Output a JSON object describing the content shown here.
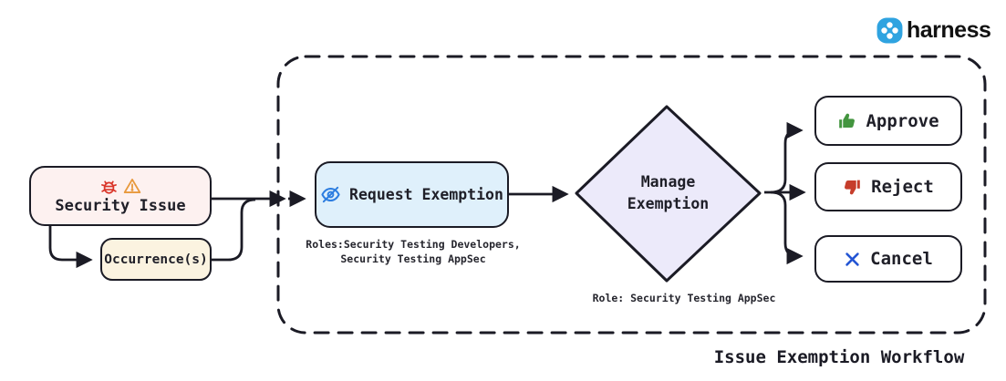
{
  "logo": {
    "brand": "harness",
    "icon": "harness-knot-icon",
    "icon_color": "#2fa3e0"
  },
  "workflow": {
    "title": "Issue Exemption Workflow",
    "nodes": {
      "security_issue": {
        "label": "Security Issue",
        "icons": [
          "bug-icon",
          "warning-icon"
        ],
        "bg": "#fdf1f0"
      },
      "occurrences": {
        "label": "Occurrence(s)",
        "bg": "#fbf3e0"
      },
      "request_exemption": {
        "label": "Request Exemption",
        "icon": "eye-slash-icon",
        "bg": "#dff0fb",
        "roles_note_line1": "Roles:Security Testing Developers,",
        "roles_note_line2": "Security Testing AppSec"
      },
      "manage_exemption": {
        "label_line1": "Manage",
        "label_line2": "Exemption",
        "bg": "#eceafa",
        "role_note": "Role: Security Testing AppSec"
      },
      "approve": {
        "label": "Approve",
        "icon": "thumbs-up-icon",
        "icon_color": "#43953f"
      },
      "reject": {
        "label": "Reject",
        "icon": "thumbs-down-icon",
        "icon_color": "#c63d2b"
      },
      "cancel": {
        "label": "Cancel",
        "icon": "x-icon",
        "icon_color": "#2455d4"
      }
    },
    "colors": {
      "stroke": "#1b1b25",
      "bug_red": "#da362a",
      "warning_orange": "#e8993c",
      "eye_blue": "#2e7ee0"
    }
  }
}
